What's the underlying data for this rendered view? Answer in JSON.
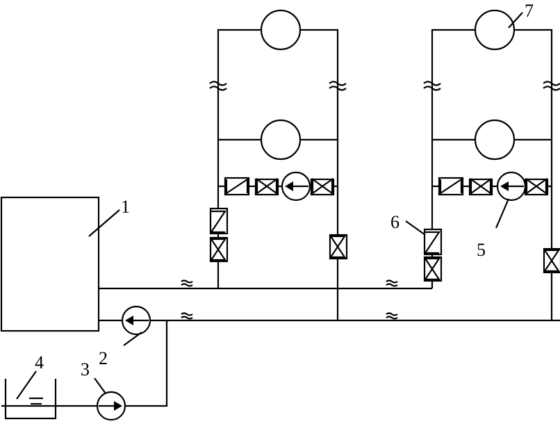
{
  "diagram": {
    "colors": {
      "line": "#000000",
      "background": "#ffffff"
    },
    "labels": [
      {
        "id": "boiler",
        "text": "1"
      },
      {
        "id": "circulation-pump",
        "text": "2"
      },
      {
        "id": "makeup-pump",
        "text": "3"
      },
      {
        "id": "makeup-tank",
        "text": "4"
      },
      {
        "id": "booster-pump",
        "text": "5"
      },
      {
        "id": "check-valve",
        "text": "6"
      },
      {
        "id": "radiator",
        "text": "7"
      }
    ]
  }
}
